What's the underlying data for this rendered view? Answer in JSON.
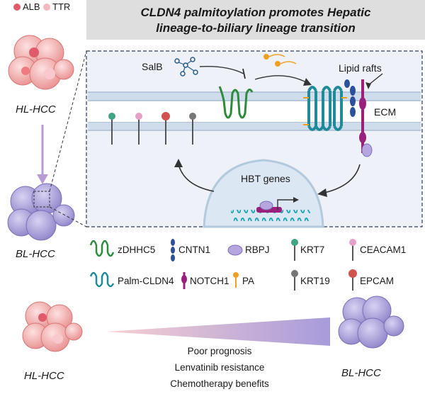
{
  "title_line1": "CLDN4 palmitoylation promotes Hepatic",
  "title_line2": "lineage-to-biliary lineage transition",
  "markers": {
    "alb": "ALB",
    "ttr": "TTR"
  },
  "cells": {
    "hl_hcc": "HL-HCC",
    "bl_hcc": "BL-HCC"
  },
  "diagram": {
    "salb": "SalB",
    "lipid_rafts": "Lipid rafts",
    "ecm": "ECM",
    "hbt_genes": "HBT genes"
  },
  "legend": {
    "zdhhc5": "zDHHC5",
    "cntn1": "CNTN1",
    "rbpj": "RBPJ",
    "krt7": "KRT7",
    "ceacam1": "CEACAM1",
    "palm_cldn4": "Palm-CLDN4",
    "notch1": "NOTCH1",
    "pa": "PA",
    "krt19": "KRT19",
    "epcam": "EPCAM"
  },
  "bottom": {
    "hl_hcc": "HL-HCC",
    "bl_hcc": "BL-HCC",
    "line1": "Poor prognosis",
    "line2": "Lenvatinib resistance",
    "line3": "Chemotherapy benefits"
  },
  "colors": {
    "hepatic_pink": "#f2b3b3",
    "biliary_purple": "#aaa0dc",
    "cldn4_teal": "#1f8a9a",
    "zdhhc5_green": "#2e8b3c",
    "cntn1_blue": "#2c4f9e",
    "notch1_magenta": "#9b1f7d",
    "pa_orange": "#f0a020"
  }
}
